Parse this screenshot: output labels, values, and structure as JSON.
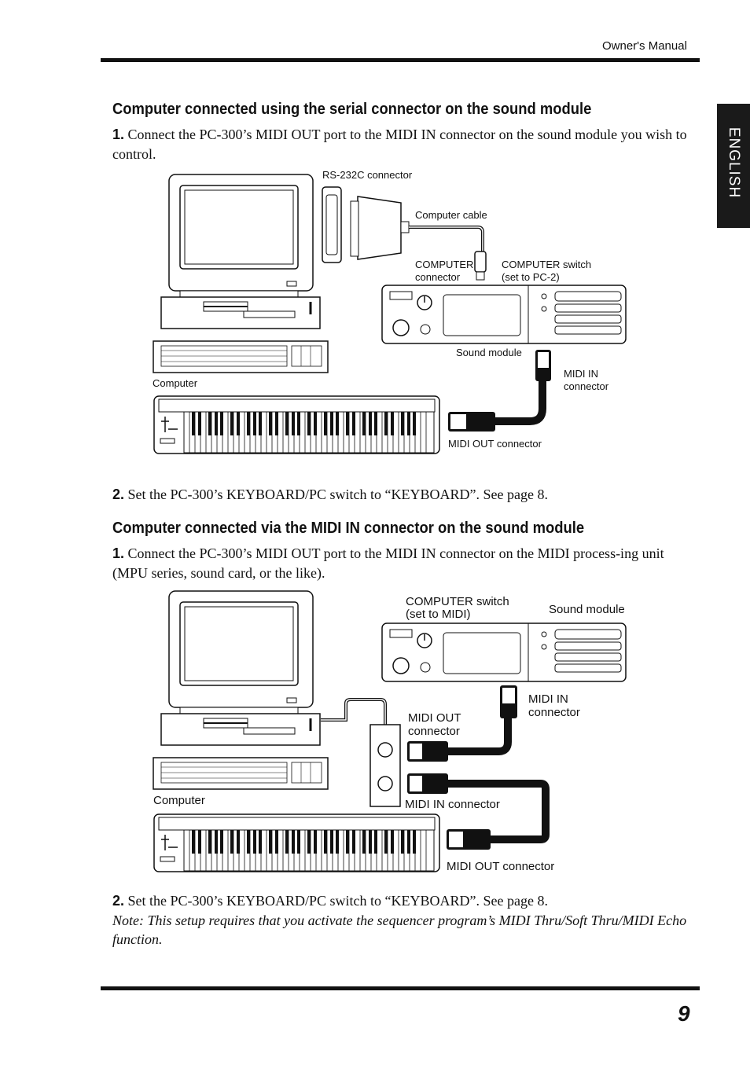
{
  "header": {
    "title": "Owner's Manual",
    "page_number": "9",
    "side_tab": "ENGLISH"
  },
  "section1": {
    "title": "Computer connected using the serial connector on the sound module",
    "step1_num": "1.",
    "step1_text": "Connect the PC-300’s MIDI OUT port to the MIDI IN connector on the sound module you wish to control.",
    "diagram": {
      "rs232c": "RS-232C connector",
      "computer_cable": "Computer cable",
      "computer_connector_1": "COMPUTER",
      "computer_connector_2": "connector",
      "computer_switch_1": "COMPUTER switch",
      "computer_switch_2": "(set to PC-2)",
      "sound_module": "Sound module",
      "computer": "Computer",
      "midi_in_1": "MIDI IN",
      "midi_in_2": "connector",
      "midi_out": "MIDI OUT connector"
    },
    "step2_num": "2.",
    "step2_text": "Set the PC-300’s KEYBOARD/PC switch to “KEYBOARD”. See page 8."
  },
  "section2": {
    "title": "Computer connected via the MIDI IN connector on the sound module",
    "step1_num": "1.",
    "step1_text": "Connect the PC-300’s MIDI OUT port to the MIDI IN connector on the MIDI process-ing unit (MPU series, sound card, or the like).",
    "diagram": {
      "computer_switch_1": "COMPUTER switch",
      "computer_switch_2": "(set to MIDI)",
      "sound_module": "Sound module",
      "midi_in_top_1": "MIDI IN",
      "midi_in_top_2": "connector",
      "midi_out_mid_1": "MIDI OUT",
      "midi_out_mid_2": "connector",
      "computer": "Computer",
      "midi_in_bottom": "MIDI IN connector",
      "midi_out_bottom": "MIDI OUT connector"
    },
    "step2_num": "2.",
    "step2_text": "Set the PC-300’s KEYBOARD/PC switch to “KEYBOARD”. See page 8.",
    "note": "Note: This setup requires that you activate the sequencer program’s MIDI Thru/Soft Thru/MIDI Echo function."
  }
}
